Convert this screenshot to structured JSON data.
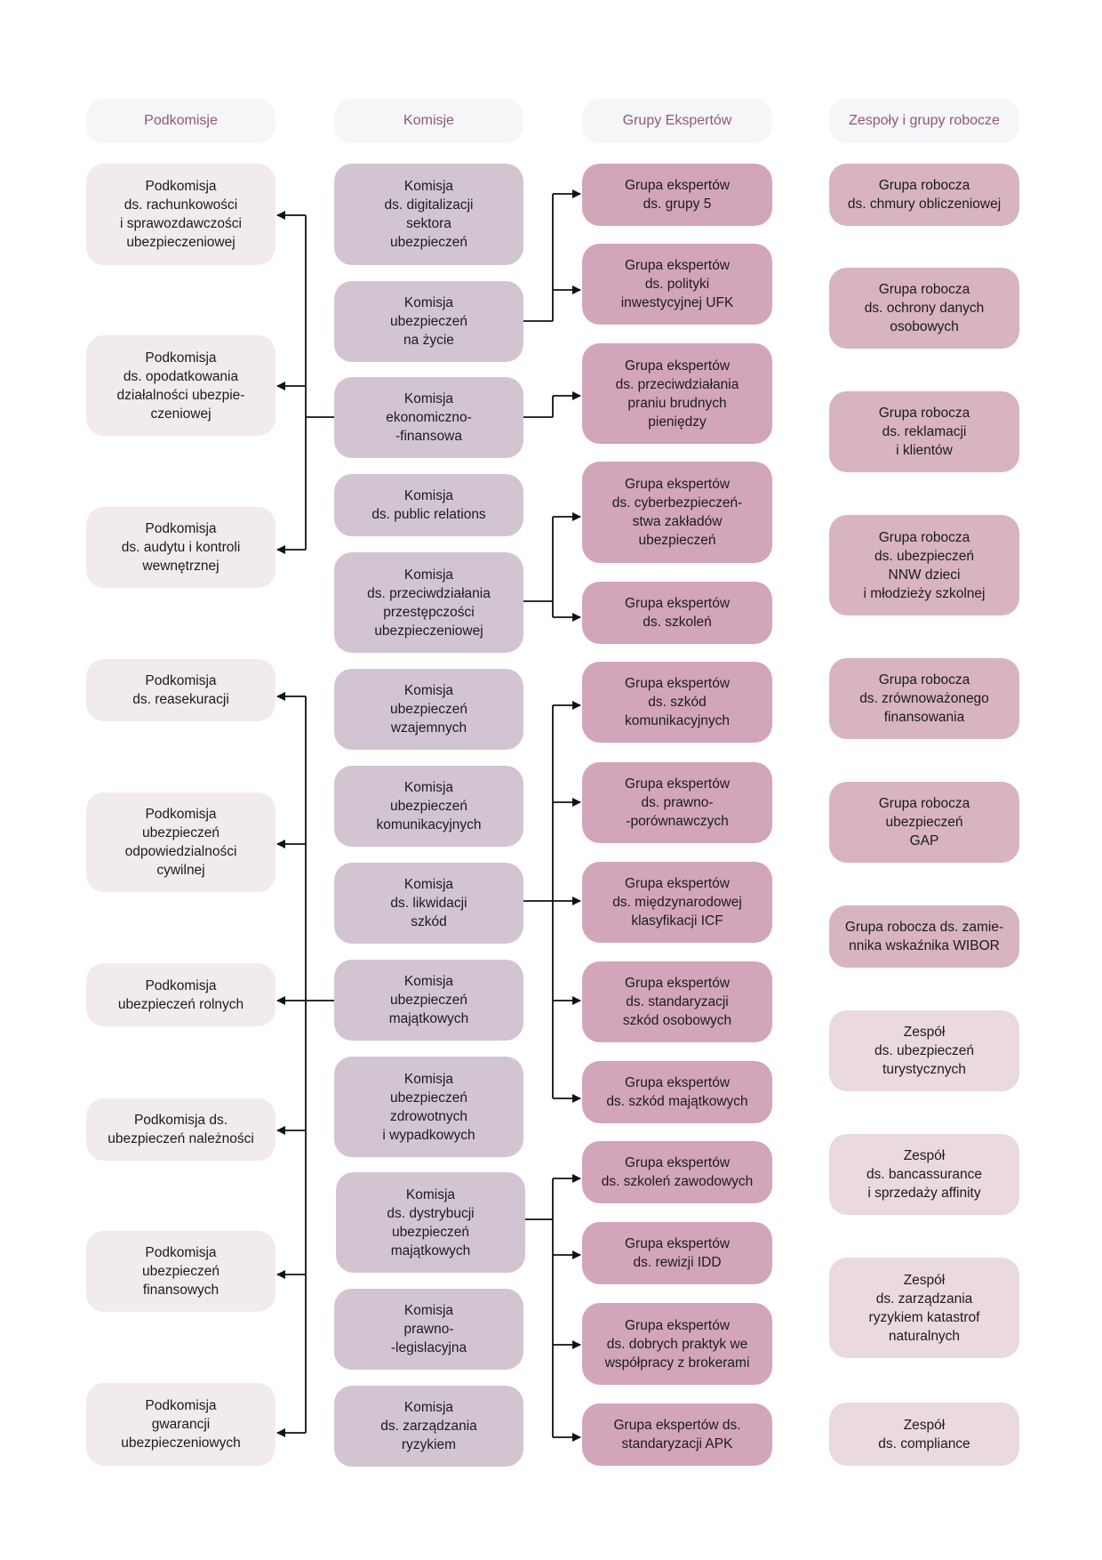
{
  "headers": {
    "podkomisje": "Podkomisje",
    "komisje": "Komisje",
    "grupy_ekspertow": "Grupy Ekspertów",
    "zespoly": "Zespoły i grupy robocze"
  },
  "podkomisje": [
    "Podkomisja\nds. rachunkowości\ni sprawozdawczości\nubezpieczeniowej",
    "Podkomisja\nds. opodatkowania\ndziałalności ubezpie-\nczeniowej",
    "Podkomisja\nds. audytu i kontroli\nwewnętrznej",
    "Podkomisja\nds. reasekuracji",
    "Podkomisja\nubezpieczeń\nodpowiedzialności\ncywilnej",
    "Podkomisja\nubezpieczeń rolnych",
    "Podkomisja ds.\nubezpieczeń należności",
    "Podkomisja\nubezpieczeń\nfinansowych",
    "Podkomisja\ngwarancji\nubezpieczeniowych"
  ],
  "komisje": [
    "Komisja\nds. digitalizacji\nsektora\nubezpieczeń",
    "Komisja\nubezpieczeń\nna życie",
    "Komisja\nekonomiczno-\n-finansowa",
    "Komisja\nds. public relations",
    "Komisja\nds. przeciwdziałania\nprzestępczości\nubezpieczeniowej",
    "Komisja\nubezpieczeń\nwzajemnych",
    "Komisja\nubezpieczeń\nkomunikacyjnych",
    "Komisja\nds. likwidacji\nszkód",
    "Komisja\nubezpieczeń\nmajątkowych",
    "Komisja\nubezpieczeń\nzdrowotnych\ni wypadkowych",
    "Komisja\nds. dystrybucji\nubezpieczeń\nmajątkowych",
    "Komisja\nprawno-\n-legislacyjna",
    "Komisja\nds. zarządzania\nryzykiem"
  ],
  "grupy_ekspertow": [
    "Grupa ekspertów\nds. grupy 5",
    "Grupa ekspertów\nds. polityki\ninwestycyjnej UFK",
    "Grupa ekspertów\nds. przeciwdziałania\npraniu brudnych\npieniędzy",
    "Grupa ekspertów\nds. cyberbezpieczeń-\nstwa zakładów\nubezpieczeń",
    "Grupa ekspertów\nds. szkoleń",
    "Grupa ekspertów\nds. szkód\nkomunikacyjnych",
    "Grupa ekspertów\nds. prawno-\n-porównawczych",
    "Grupa ekspertów\nds. międzynarodowej\nklasyfikacji ICF",
    "Grupa ekspertów\nds. standaryzacji\nszkód osobowych",
    "Grupa ekspertów\nds. szkód majątkowych",
    "Grupa ekspertów\nds. szkoleń zawodowych",
    "Grupa ekspertów\nds. rewizji IDD",
    "Grupa ekspertów\nds. dobrych praktyk we\nwspółpracy z brokerami",
    "Grupa ekspertów ds.\nstandaryzacji APK"
  ],
  "zespoly": [
    "Grupa robocza\nds. chmury obliczeniowej",
    "Grupa robocza\nds. ochrony danych\nosobowych",
    "Grupa robocza\nds. reklamacji\ni klientów",
    "Grupa robocza\nds. ubezpieczeń\nNNW dzieci\ni młodzieży szkolnej",
    "Grupa  robocza\nds. zrównoważonego\nfinansowania",
    "Grupa robocza\nubezpieczeń\nGAP",
    "Grupa robocza ds. zamie-\nnnika wskaźnika WIBOR",
    "Zespół\nds. ubezpieczeń\nturystycznych",
    "Zespół\nds. bancassurance\ni sprzedaży affinity",
    "Zespół\nds. zarządzania\nryzykiem katastrof\nnaturalnych",
    "Zespół\nds. compliance"
  ],
  "colors": {
    "header_bg": "#f6f5f7",
    "header_text": "#8a5a7f",
    "podkomisja_bg": "#f1eaee",
    "komisja_bg": "#d3c4d2",
    "ekspert_bg": "#d2a5ba",
    "grupa_robocza_bg": "#d8b3c0",
    "zespol_bg": "#ead9de"
  }
}
